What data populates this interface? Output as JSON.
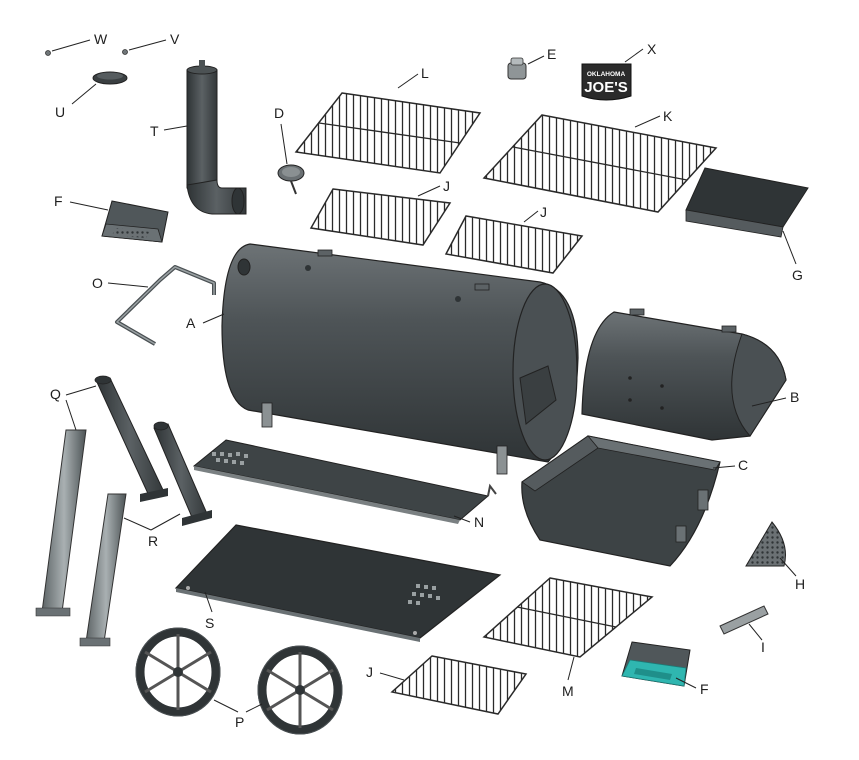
{
  "labels": {
    "a": "A",
    "b": "B",
    "c": "C",
    "d": "D",
    "e": "E",
    "f": "F",
    "g": "G",
    "h": "H",
    "i": "I",
    "j": "J",
    "k": "K",
    "l": "L",
    "m": "M",
    "n": "N",
    "o": "O",
    "p": "P",
    "q": "Q",
    "r": "R",
    "s": "S",
    "t": "T",
    "u": "U",
    "v": "V",
    "w": "W",
    "x": "X"
  },
  "logo": {
    "top": "OKLAHOMA",
    "main": "JOE'S",
    "colors": {
      "badge": "#2b2b2b",
      "text": "#ffffff"
    }
  },
  "colors": {
    "metal_dark": "#3f4446",
    "metal_mid": "#5c6265",
    "metal_light": "#8a9092",
    "grate": "#2a2a2a",
    "accent_teal": "#2fb6b0"
  }
}
